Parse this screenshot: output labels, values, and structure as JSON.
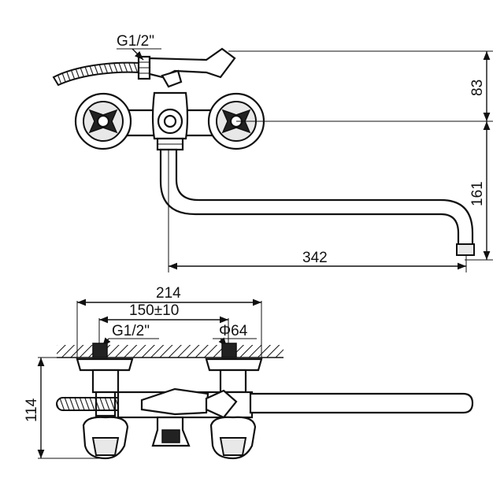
{
  "dimensions": {
    "thread_top": "G1/2\"",
    "height_83": "83",
    "height_161": "161",
    "spout_length": "342",
    "overall_width": "214",
    "center_distance": "150±10",
    "thread_bottom": "G1/2\"",
    "flange_diameter": "Φ64",
    "depth": "114"
  }
}
